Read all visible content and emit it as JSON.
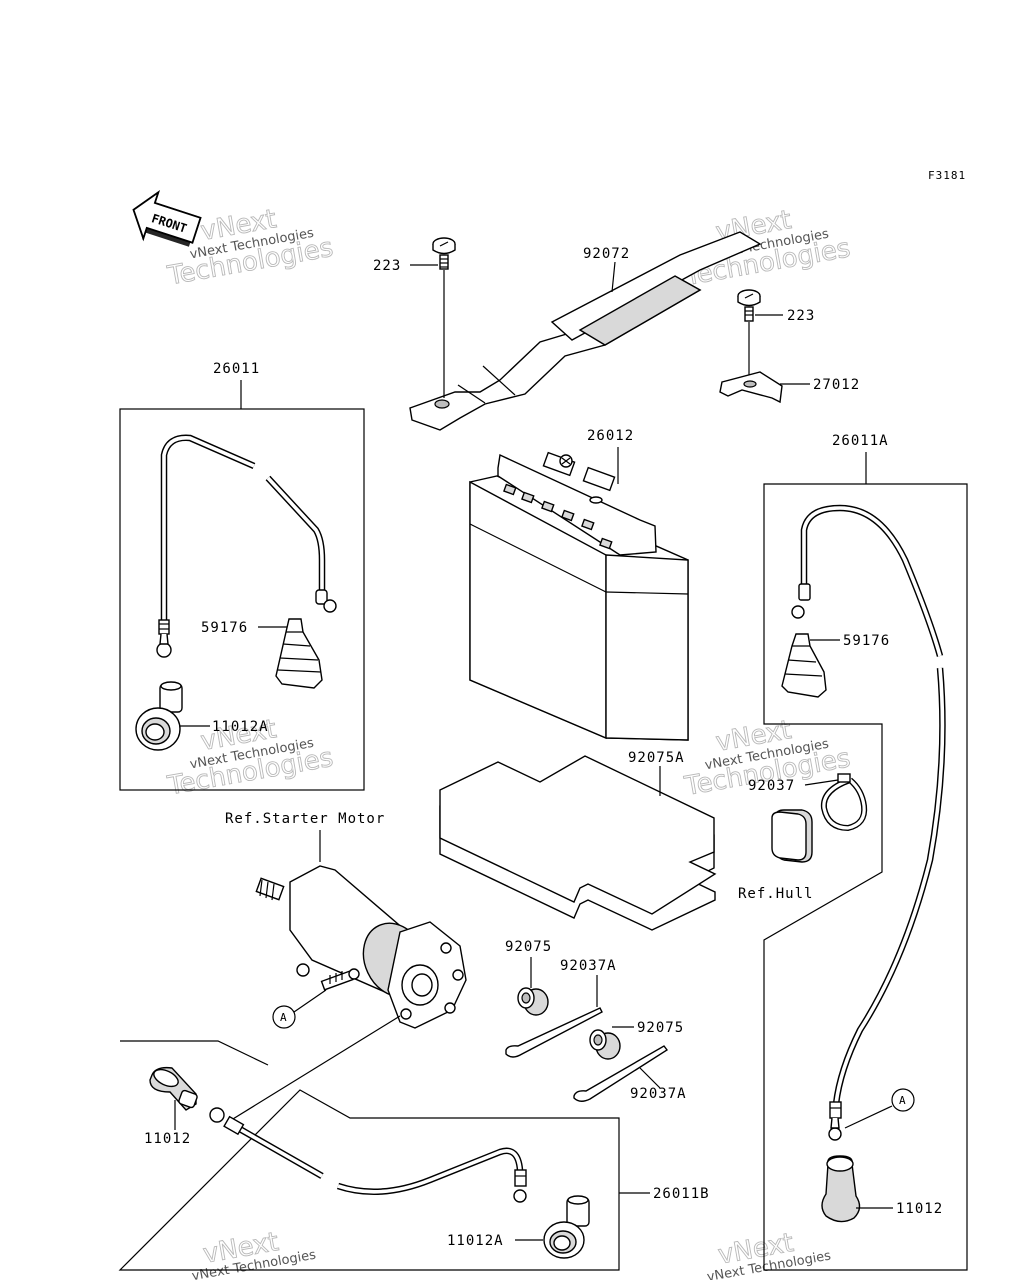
{
  "figure_id": "F3181",
  "front_label": "FRONT",
  "watermark": {
    "brand": "vNext",
    "line1": "Technologies",
    "line2": "vNext Technologies"
  },
  "labels": {
    "p223_left": "223",
    "p92072": "92072",
    "p223_right": "223",
    "p27012": "27012",
    "p26011": "26011",
    "p26012": "26012",
    "p26011A": "26011A",
    "p59176_left": "59176",
    "p59176_right": "59176",
    "p11012A_top": "11012A",
    "p92075A": "92075A",
    "p92037": "92037",
    "ref_starter": "Ref.Starter Motor",
    "ref_hull": "Ref.Hull",
    "p92075_a": "92075",
    "p92037A_a": "92037A",
    "p92075_b": "92075",
    "p92037A_b": "92037A",
    "callout_a_left": "A",
    "callout_a_right": "A",
    "p11012_left": "11012",
    "p26011B": "26011B",
    "p11012A_bottom": "11012A",
    "p11012_right": "11012"
  }
}
